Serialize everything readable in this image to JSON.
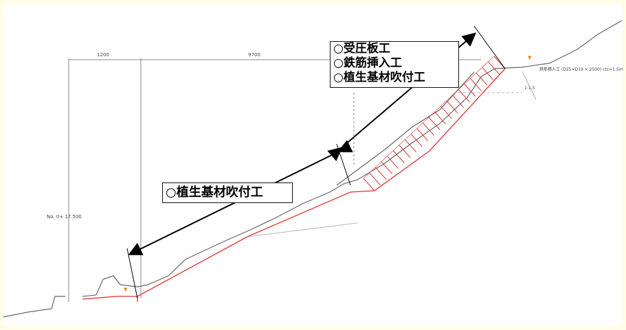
{
  "callouts": {
    "upper": [
      "○受圧板工",
      "○鉄筋挿入工",
      "○植生基材吹付工"
    ],
    "lower": [
      "○植生基材吹付工"
    ]
  },
  "station": {
    "label": "No. 0+ 17.500"
  },
  "dimensions": {
    "left_width": "1200",
    "right_width": "9700"
  },
  "annotations": {
    "rebar_note": "鉄筋挿入工 (D25×D19 × 2500) ctc=1.5m",
    "slope_ratio": "1:1.5"
  },
  "colors": {
    "outer_background": "#fffde6",
    "drawing_line": "#666666",
    "cut_line": "#e03030",
    "leader_line": "#000000",
    "marker": "#e08a00"
  }
}
